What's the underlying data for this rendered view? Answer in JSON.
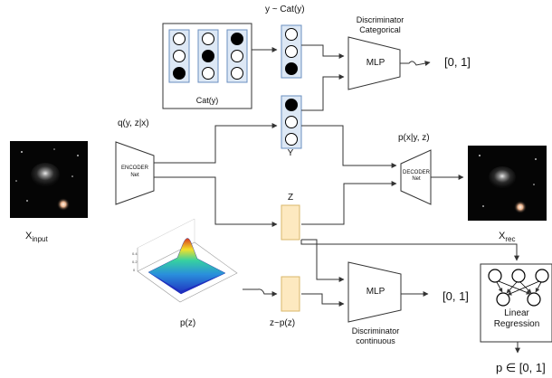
{
  "cat_box_label": "Cat(y)",
  "y_sample_label": "y ~ Cat(y)",
  "disc_cat_line1": "Discriminator",
  "disc_cat_line2": "Categorical",
  "mlp_top_label": "MLP",
  "out_top_label": "[0, 1]",
  "q_label": "q(y, z|x)",
  "encoder_line1": "ENCODER",
  "encoder_line2": "Net",
  "y_label": "Y",
  "p_label": "p(x|y, z)",
  "decoder_line1": "DECODER",
  "decoder_line2": "Net",
  "z_label": "Z",
  "x_input_main": "X",
  "x_input_sub": "input",
  "x_rec_main": "X",
  "x_rec_sub": "rec",
  "mlp_bottom_label": "MLP",
  "out_bottom_label": "[0, 1]",
  "pz_label": "p(z)",
  "z_sample_label": "z~p(z)",
  "disc_cont_line1": "Discriminator",
  "disc_cont_line2": "continuous",
  "lr_line1": "Linear",
  "lr_line2": "Regression",
  "p_range_label": "p ∈ [0, 1]",
  "cat_vectors": [
    [
      0,
      0,
      1
    ],
    [
      0,
      1,
      0
    ],
    [
      1,
      0,
      0
    ]
  ],
  "y_sample_vector": [
    0,
    0,
    1
  ],
  "y_vector": [
    1,
    0,
    0
  ],
  "colors": {
    "vector_fill": "#dde8f5",
    "vector_stroke": "#6a8fc0",
    "latent_fill": "#fde9c0",
    "latent_stroke": "#d9b76a",
    "filled_dot": "#000000",
    "line": "#333333"
  }
}
